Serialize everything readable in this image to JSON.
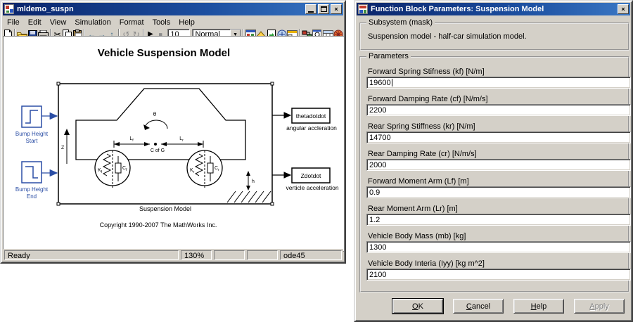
{
  "model_window": {
    "title": "mldemo_suspn",
    "menu": [
      "File",
      "Edit",
      "View",
      "Simulation",
      "Format",
      "Tools",
      "Help"
    ],
    "toolbar": {
      "sim_time": "10",
      "sim_mode": "Normal"
    },
    "canvas": {
      "title": "Vehicle Suspension Model",
      "bump_start": {
        "line1": "Bump Height",
        "line2": "Start"
      },
      "bump_end": {
        "line1": "Bump Height",
        "line2": "End"
      },
      "subsystem_label": "Suspension Model",
      "out1": {
        "name": "thetadotdot",
        "caption": "angular accleration"
      },
      "out2": {
        "name": "Zdotdot",
        "caption": "verticle acceleration"
      },
      "copyright": "Copyright 1990-2007 The MathWorks Inc.",
      "diagram": {
        "theta": "θ",
        "cofg": "C of G",
        "z": "Z",
        "h": "h",
        "lf": {
          "main": "L",
          "sub": "f"
        },
        "lr": {
          "main": "L",
          "sub": "r"
        },
        "kf": {
          "main": "K",
          "sub": "f"
        },
        "cf": {
          "main": "C",
          "sub": "f"
        },
        "kr": {
          "main": "K",
          "sub": "r"
        },
        "cr": {
          "main": "C",
          "sub": "r"
        }
      }
    },
    "statusbar": {
      "ready": "Ready",
      "zoom": "130%",
      "panel3": "",
      "panel4": "",
      "solver": "ode45"
    }
  },
  "dialog": {
    "title": "Function Block Parameters: Suspension Model",
    "mask_group": {
      "title": "Subsystem (mask)",
      "description": "Suspension model - half-car simulation model."
    },
    "params_group": {
      "title": "Parameters",
      "fields": [
        {
          "label": "Forward Spring Stifness (kf) [N/m]",
          "value": "19600"
        },
        {
          "label": "Forward Damping Rate (cf) [N/m/s]",
          "value": "2200"
        },
        {
          "label": "Rear Spring Stiffness (kr) [N/m]",
          "value": "14700"
        },
        {
          "label": "Rear Damping Rate (cr) [N/m/s]",
          "value": "2000"
        },
        {
          "label": "Forward Moment Arm (Lf) [m]",
          "value": "0.9"
        },
        {
          "label": "Rear Moment Arm (Lr) [m]",
          "value": "1.2"
        },
        {
          "label": "Vehicle Body Mass (mb) [kg]",
          "value": "1300"
        },
        {
          "label": "Vehicle Body Interia (Iyy) [kg m^2]",
          "value": "2100"
        }
      ]
    },
    "buttons": {
      "ok": {
        "initial": "O",
        "rest": "K"
      },
      "cancel": {
        "initial": "C",
        "rest": "ancel"
      },
      "help": {
        "initial": "H",
        "rest": "elp"
      },
      "apply": {
        "initial": "A",
        "rest": "pply"
      }
    }
  },
  "icons": {
    "cut": "✂",
    "back": "←",
    "forward": "→",
    "up": "↑",
    "undo": "↺",
    "redo": "↻",
    "play": "▶",
    "stop": "■",
    "dropdown": "▼",
    "close": "×"
  },
  "colors": {
    "titlebar": "#0a246a",
    "signal_blue": "#2b4ea5",
    "face": "#d4d0c8"
  }
}
